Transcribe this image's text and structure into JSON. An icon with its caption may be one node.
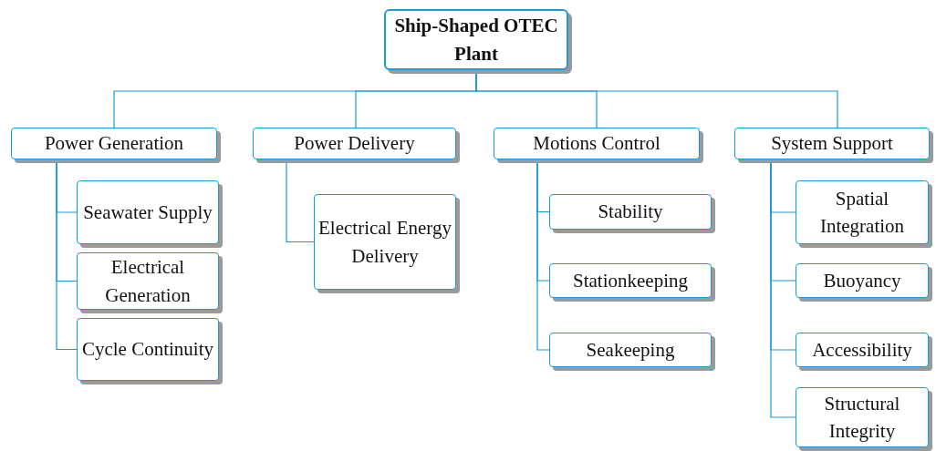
{
  "diagram": {
    "nodes": [
      {
        "text": [
          "Ship-Shaped OTEC Plant"
        ]
      },
      {
        "text": [
          "Power Generation"
        ]
      },
      {
        "text": [
          "Seawater Supply"
        ]
      },
      {
        "text": [
          "Electrical Generation"
        ]
      },
      {
        "text": [
          "Cycle Continuity"
        ]
      },
      {
        "text": [
          "Power Delivery"
        ]
      },
      {
        "text": [
          "Electrical Energy Delivery"
        ]
      },
      {
        "text": [
          "Motions Control"
        ]
      },
      {
        "text": [
          "Stability"
        ]
      },
      {
        "text": [
          "Stationkeeping"
        ]
      },
      {
        "text": [
          "Seakeeping"
        ]
      },
      {
        "text": [
          "System Support"
        ]
      },
      {
        "text": [
          "Spatial Integration"
        ]
      },
      {
        "text": [
          "Buoyancy"
        ]
      },
      {
        "text": [
          "Accessibility"
        ]
      },
      {
        "text": [
          "Structural Integrity"
        ]
      }
    ],
    "edges": [
      {
        "from": 0,
        "to": 1,
        "arrow": "none"
      },
      {
        "from": 0,
        "to": 5,
        "arrow": "none"
      },
      {
        "from": 0,
        "to": 7,
        "arrow": "none"
      },
      {
        "from": 0,
        "to": 11,
        "arrow": "none"
      },
      {
        "from": 1,
        "to": 2,
        "arrow": "none"
      },
      {
        "from": 1,
        "to": 3,
        "arrow": "none"
      },
      {
        "from": 1,
        "to": 4,
        "arrow": "none"
      },
      {
        "from": 5,
        "to": 6,
        "arrow": "none"
      },
      {
        "from": 7,
        "to": 8,
        "arrow": "none"
      },
      {
        "from": 7,
        "to": 9,
        "arrow": "none"
      },
      {
        "from": 7,
        "to": 10,
        "arrow": "none"
      },
      {
        "from": 11,
        "to": 12,
        "arrow": "none"
      },
      {
        "from": 11,
        "to": 13,
        "arrow": "none"
      },
      {
        "from": 11,
        "to": 14,
        "arrow": "none"
      },
      {
        "from": 11,
        "to": 15,
        "arrow": "none"
      }
    ]
  }
}
